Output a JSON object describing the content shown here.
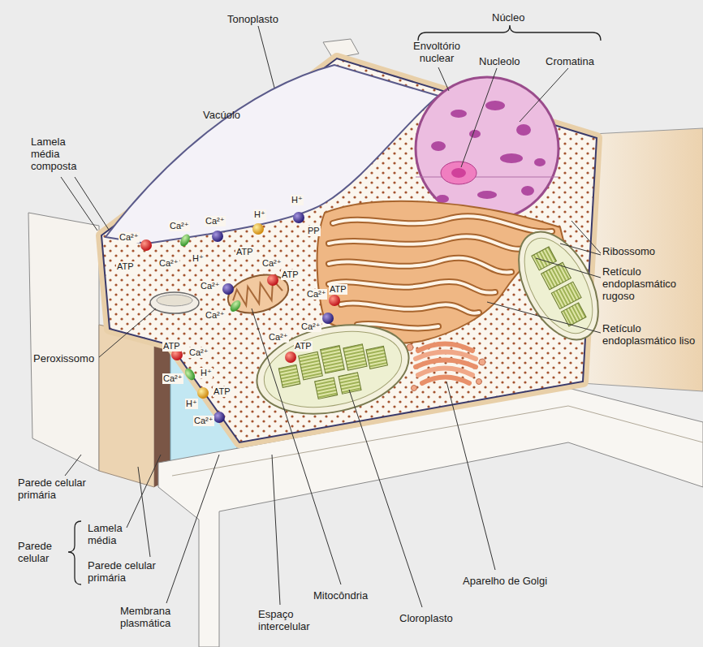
{
  "diagram": {
    "labels": [
      "Tonoplasto",
      "Núcleo",
      "Envoltório nuclear",
      "Nucleolo",
      "Cromatina",
      "Vacúolo",
      "Lamela média composta",
      "Ribossomo",
      "Retículo endoplasmático rugoso",
      "Retículo endoplasmático liso",
      "Peroxissomo",
      "Parede celular primária",
      "Parede celular",
      "Lamela média",
      "Parede celular primária",
      "Membrana plasmática",
      "Espaço intercelular",
      "Mitocôndria",
      "Cloroplasto",
      "Aparelho de Golgi",
      "Ca²⁺",
      "ATP",
      "Ca²⁺",
      "Ca²⁺",
      "H⁺",
      "Ca²⁺",
      "H⁺",
      "ATP",
      "H⁺",
      "PP",
      "Ca²⁺",
      "ATP",
      "Ca²⁺",
      "Ca²⁺",
      "Ca²⁺",
      "ATP",
      "Ca²⁺",
      "Ca²⁺",
      "ATP",
      "ATP",
      "Ca²⁺",
      "H⁺",
      "Ca²⁺",
      "ATP",
      "H⁺",
      "Ca²⁺"
    ]
  }
}
